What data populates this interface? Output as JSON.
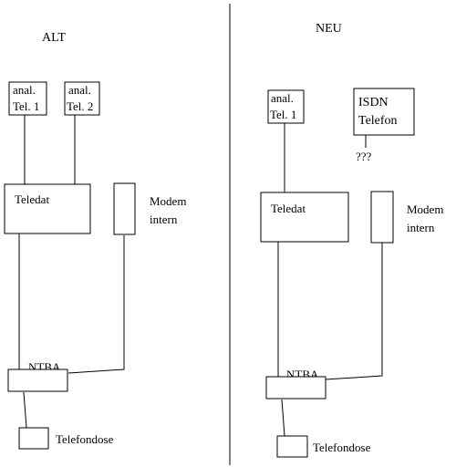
{
  "left": {
    "heading": "ALT",
    "phone1": {
      "line1": "anal.",
      "line2": "Tel. 1"
    },
    "phone2": {
      "line1": "anal.",
      "line2": "Tel. 2"
    },
    "teledat": "Teledat",
    "modem": {
      "line1": "Modem",
      "line2": "intern"
    },
    "ntba": "NTBA",
    "socket": "Telefondose"
  },
  "right": {
    "heading": "NEU",
    "phone1": {
      "line1": "anal.",
      "line2": "Tel. 1"
    },
    "isdn": {
      "line1": "ISDN",
      "line2": "Telefon"
    },
    "unknown": "???",
    "teledat": "Teledat",
    "modem": {
      "line1": "Modem",
      "line2": "intern"
    },
    "ntba": "NTBA",
    "socket": "Telefondose"
  }
}
